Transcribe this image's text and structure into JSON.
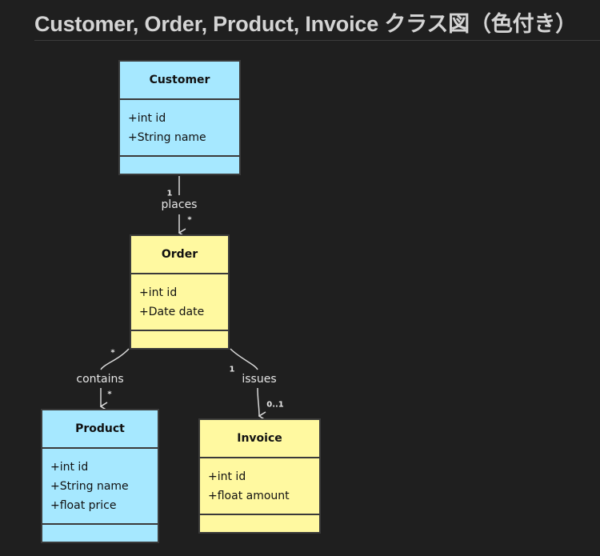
{
  "title": "Customer, Order, Product, Invoice クラス図（色付き）",
  "colors": {
    "blue": "#a6e8ff",
    "yellow": "#fff9a0",
    "line": "#d8d8d8"
  },
  "classes": {
    "customer": {
      "name": "Customer",
      "attributes": [
        "+int id",
        "+String name"
      ]
    },
    "order": {
      "name": "Order",
      "attributes": [
        "+int id",
        "+Date date"
      ]
    },
    "product": {
      "name": "Product",
      "attributes": [
        "+int id",
        "+String name",
        "+float price"
      ]
    },
    "invoice": {
      "name": "Invoice",
      "attributes": [
        "+int id",
        "+float amount"
      ]
    }
  },
  "relations": {
    "places": {
      "label": "places",
      "from_mult": "1",
      "to_mult": "*"
    },
    "contains": {
      "label": "contains",
      "from_mult": "*",
      "to_mult": "*"
    },
    "issues": {
      "label": "issues",
      "from_mult": "1",
      "to_mult": "0..1"
    }
  }
}
